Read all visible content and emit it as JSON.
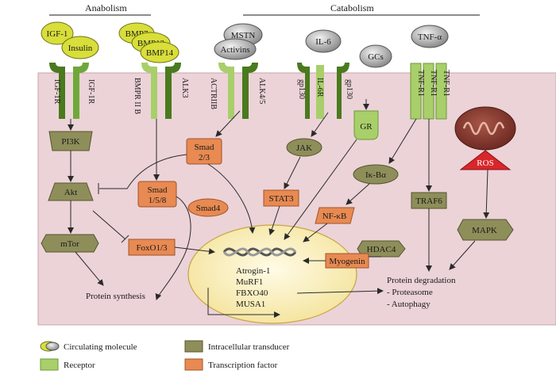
{
  "headers": {
    "anabolism": "Anabolism",
    "catabolism": "Catabolism"
  },
  "ligands": {
    "igf1": "IGF-1",
    "insulin": "Insulin",
    "bmp7": "BMP7",
    "bmp13": "BMP13",
    "bmp14": "BMP14",
    "mstn": "MSTN",
    "activins": "Activins",
    "il6": "IL-6",
    "gcs": "GCs",
    "tnfa": "TNF-α"
  },
  "receptors": {
    "igf1r_a": "IGF-1R",
    "igf1r_b": "IGF-1R",
    "bmpr2": "BMPR II B",
    "alk3": "ALK3",
    "actriib": "ACTRIIB",
    "alk45": "ALK4/5",
    "gp130_a": "gp130",
    "il6r": "IL-6R",
    "gp130_b": "gp130",
    "gr": "GR",
    "tnfr1_a": "TNF-R1",
    "tnfr1_b": "TNF-R1",
    "tnfr1_c": "TNF-R1"
  },
  "transducers": {
    "pi3k": "PI3K",
    "akt": "Akt",
    "mtor": "mTor",
    "jak": "JAK",
    "ikba": "Iκ-Bα",
    "traf6": "TRAF6",
    "mapk": "MAPK",
    "hdac4": "HDAC4"
  },
  "factors": {
    "smad23_top": "Smad",
    "smad23_bot": "2/3",
    "smad158_top": "Smad",
    "smad158_bot": "1/5/8",
    "smad4": "Smad4",
    "stat3": "STAT3",
    "nfkb": "NF-κB",
    "foxo13": "FoxO1/3",
    "myogenin": "Myogenin"
  },
  "other": {
    "ros": "ROS"
  },
  "nucleus_genes": [
    "Atrogin-1",
    "MuRF1",
    "FBXO40",
    "MUSA1"
  ],
  "outcomes": {
    "protein_synthesis": "Protein synthesis",
    "protein_degradation": "Protein degradation",
    "proteasome": "- Proteasome",
    "autophagy": "- Autophagy"
  },
  "legend": [
    {
      "label": "Circulating molecule"
    },
    {
      "label": "Intracellular transducer"
    },
    {
      "label": "Receptor"
    },
    {
      "label": "Transcription factor"
    }
  ],
  "colors": {
    "cytoplasm": "#ecd3d8",
    "ligand": "#d8de3a",
    "receptor_dark": "#4a7a1e",
    "receptor_light": "#a8cf6a",
    "transducer": "#8e8e5a",
    "factor": "#e88a52",
    "nucleus": "#fbf0bc",
    "grey_ligand": "#b8b8b8",
    "ros": "#d8262a",
    "mito": "#8a3b30"
  }
}
